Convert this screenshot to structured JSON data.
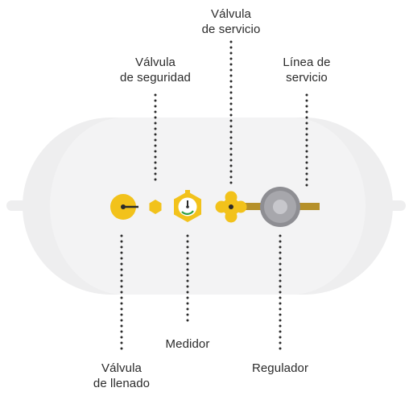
{
  "diagram": {
    "colors": {
      "tank_body": "#eeeeef",
      "tank_shadow": "#e0e0e2",
      "accent_yellow": "#f2c21b",
      "dark": "#2a2a2a",
      "regulator_outer": "#8e8e93",
      "regulator_inner": "#c7c7cc",
      "service_line": "#b5902a",
      "gauge_needle_green": "#2f9e44",
      "dotted_line": "#2a2a2a"
    },
    "labels": {
      "valvula_servicio": [
        "Válvula",
        "de servicio"
      ],
      "valvula_seguridad": [
        "Válvula",
        "de seguridad"
      ],
      "linea_servicio": [
        "Línea de",
        "servicio"
      ],
      "valvula_llenado": [
        "Válvula",
        "de llenado"
      ],
      "medidor": "Medidor",
      "regulador": "Regulador"
    },
    "icons": {
      "valvula_llenado": "fill-valve-icon",
      "valvula_seguridad": "safety-valve-icon",
      "medidor": "gauge-icon",
      "valvula_servicio": "service-valve-icon",
      "regulador": "regulator-icon",
      "linea_servicio": "service-line-icon"
    }
  }
}
